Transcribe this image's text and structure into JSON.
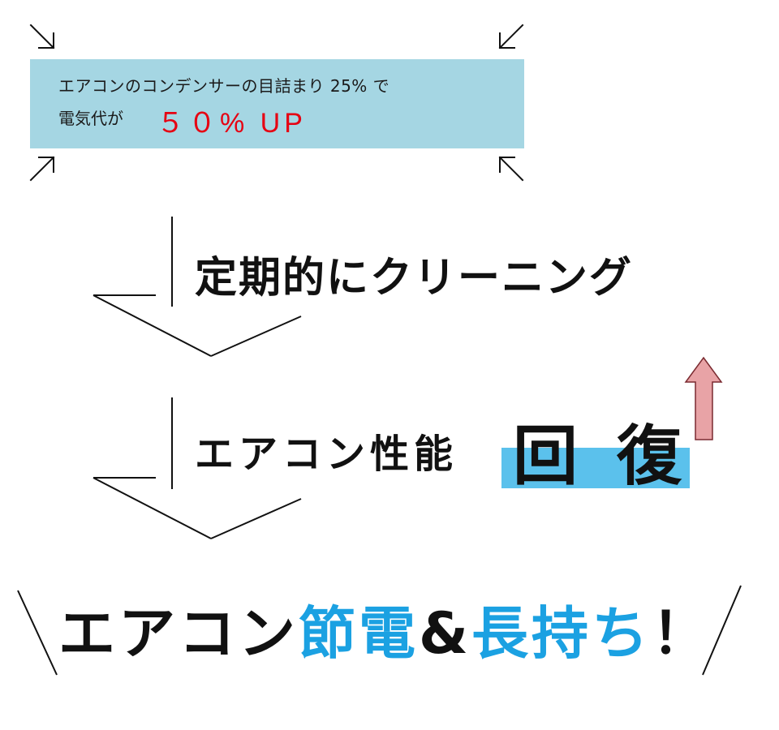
{
  "info": {
    "line1": "エアコンのコンデンサーの目詰まり 25% で",
    "line2_prefix": "電気代が",
    "line2_highlight": "５０% UP"
  },
  "steps": {
    "step1": "定期的にクリーニング",
    "step2": "エアコン性能",
    "step2_highlight": "回復"
  },
  "final": {
    "part1": "エアコン",
    "part2": "節電",
    "part3": "&",
    "part4": "長持ち",
    "part5": "！"
  },
  "colors": {
    "info_box": "#a5d6e3",
    "highlight_red": "#e60012",
    "recover_bar": "#5bc1ec",
    "accent_blue": "#1ba1e2",
    "up_arrow": "#e8a3a6"
  },
  "icons": [
    "corner-arrow-icon",
    "down-chevron-icon",
    "up-arrow-icon"
  ]
}
